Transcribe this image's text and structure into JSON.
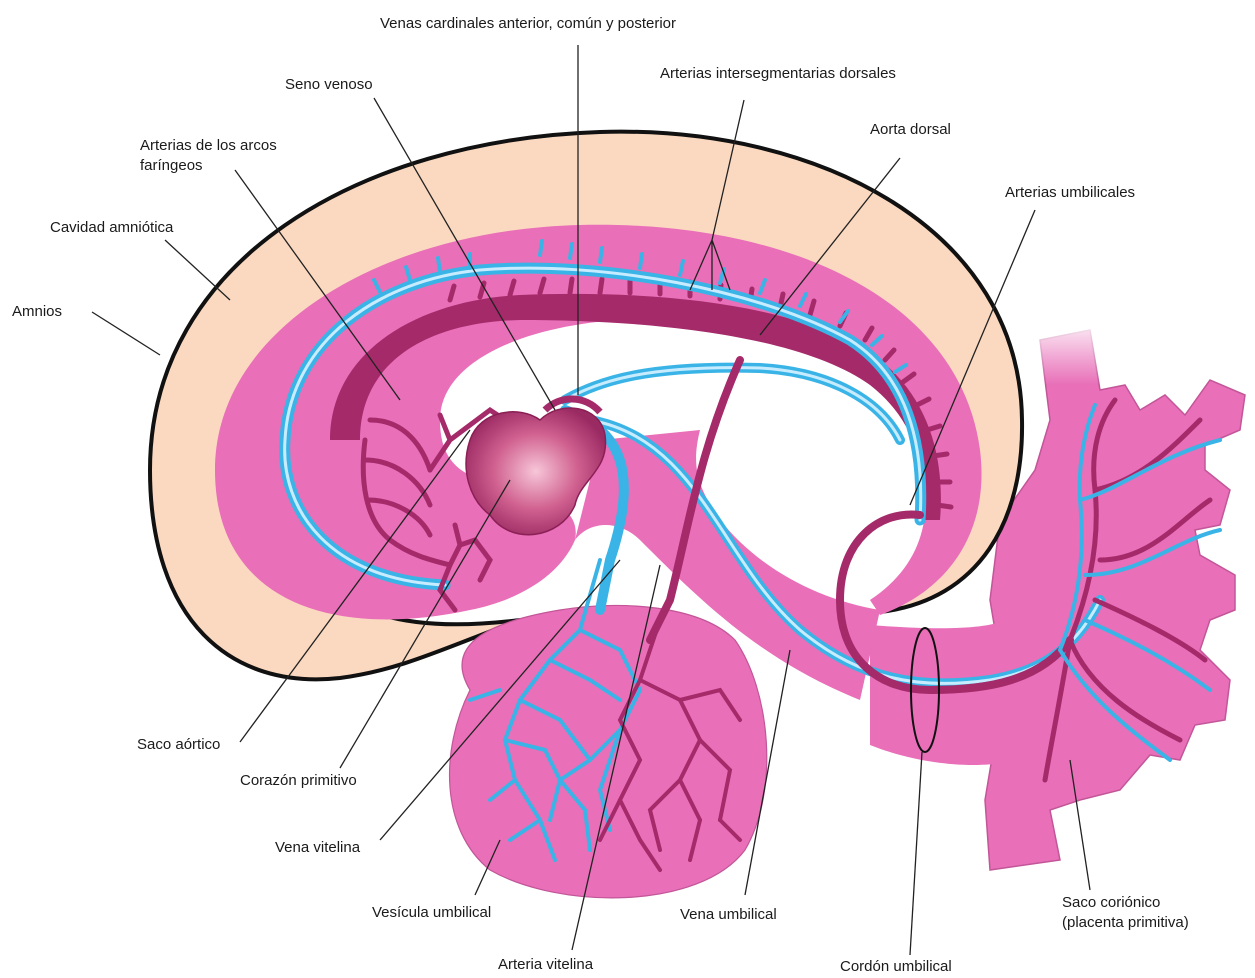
{
  "colors": {
    "tissue_pink": "#e86fb8",
    "tissue_pink_light": "#ee8ec9",
    "amnion_fill": "#fbd9c0",
    "artery": "#a52a6a",
    "artery_dark": "#7f1a4f",
    "vein": "#3ab4e6",
    "vein_highlight": "#c8ecff",
    "outline": "#111111"
  },
  "labels": {
    "venas_cardinales": "Venas cardinales anterior, común y posterior",
    "seno_venoso": "Seno venoso",
    "arterias_intersegmentarias": "Arterias intersegmentarias dorsales",
    "aorta_dorsal": "Aorta dorsal",
    "arterias_arcos_line1": "Arterias de los arcos",
    "arterias_arcos_line2": "faríngeos",
    "cavidad_amniotica": "Cavidad amniótica",
    "arterias_umbilicales": "Arterias umbilicales",
    "amnios": "Amnios",
    "saco_aortico": "Saco aórtico",
    "corazon_primitivo": "Corazón primitivo",
    "vena_vitelina": "Vena vitelina",
    "vesicula_umbilical": "Vesícula umbilical",
    "vena_umbilical": "Vena umbilical",
    "saco_corionico_line1": "Saco coriónico",
    "saco_corionico_line2": "(placenta primitiva)",
    "arteria_vitelina": "Arteria vitelina",
    "cordon_umbilical": "Cordón umbilical"
  }
}
